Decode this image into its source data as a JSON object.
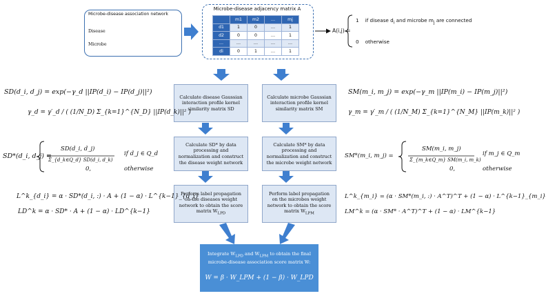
{
  "network": {
    "title": "Microbe-disease association network",
    "disease_label": "Disease",
    "microbe_label": "Microbe"
  },
  "matrix": {
    "title": "Microbe-disease adjacency matrix A",
    "col_headers": [
      "m1",
      "m2",
      "…",
      "mj"
    ],
    "rows": [
      {
        "label": "d1",
        "cells": [
          "1",
          "0",
          "…",
          "1"
        ]
      },
      {
        "label": "d2",
        "cells": [
          "0",
          "0",
          "…",
          "1"
        ]
      },
      {
        "label": "…",
        "cells": [
          "…",
          "…",
          "…",
          "…"
        ]
      },
      {
        "label": "di",
        "cells": [
          "0",
          "1",
          "…",
          "1"
        ]
      }
    ]
  },
  "definition": {
    "lhs": "A(i,j) =",
    "case1_value": "1",
    "case1_text": "if disease d",
    "case1_sub1": "i",
    "case1_mid": " and microbe m",
    "case1_sub2": "j",
    "case1_end": " are connected",
    "case2_value": "0",
    "case2_text": "otherwise"
  },
  "steps": {
    "sd_box": "Calculate disease Gaussian interaction profile kernel similarity matrix SD",
    "sm_box": "Calculate microbe Gaussian interaction profile kernel similarity matrix SM",
    "sdstar_box": "Calculate SD* by data processing and normalization and construct the disease weight network",
    "smstar_box": "Calculate SM* by data processing and normalization and construct the microbe weight network",
    "lpd_box": "Perform label propagation on the diseases weight network to obtain the score matrix W",
    "lpd_sub": "LPD",
    "lpm_box": "Perform label propagation on the microbes weight network to obtain the score matrix W",
    "lpm_sub": "LPM",
    "final_line1": "Integrate W",
    "final_sub1": "LPD",
    "final_mid": " and W",
    "final_sub2": "LPM",
    "final_line1_end": " to obtain the final",
    "final_line2": "microbe-disease association score matrix W:",
    "final_formula": "W = β · W_LPM + (1 − β) · W_LPD"
  },
  "formulas": {
    "sd": "SD(d_i, d_j) = exp(−γ_d ||IP(d_i) − IP(d_j)||²)",
    "gamma_d": "γ_d = γ′_d / ( (1/N_D) Σ_{k=1}^{N_D} ||IP(d_k)||² )",
    "sm": "SM(m_i, m_j) = exp(−γ_m ||IP(m_i) − IP(m_j)||²)",
    "gamma_m": "γ_m = γ′_m / ( (1/N_M) Σ_{k=1}^{N_M} ||IP(m_k)||² )",
    "sdstar_lhs": "SD*(d_i, d_j) =",
    "sdstar_num": "SD(d_i, d_j)",
    "sdstar_den": "Σ_{d_k∈Q_d} SD(d_i, d_k)",
    "sdstar_cond1": "if d_j ∈ Q_d",
    "sdstar_zero": "0,",
    "sdstar_cond2": "otherwise",
    "smstar_lhs": "SM*(m_i, m_j) =",
    "smstar_num": "SM(m_i, m_j)",
    "smstar_den": "Σ_{m_k∈Q_m} SM(m_i, m_k)",
    "smstar_cond1": "if m_j ∈ Q_m",
    "smstar_zero": "0,",
    "smstar_cond2": "otherwise",
    "ld1": "L^k_{d_i} = α · SD*(d_i, :) · A + (1 − α) · L^{k−1}_{d_i}",
    "ld2": "LD^k = α · SD* · A + (1 − α) · LD^{k−1}",
    "lm1": "L^k_{m_i} = (α · SM*(m_i, :) · A^T)^T + (1 − α) · L^{k−1}_{m_i}",
    "lm2": "LM^k = (α · SM* · A^T)^T + (1 − α) · LM^{k−1}"
  }
}
